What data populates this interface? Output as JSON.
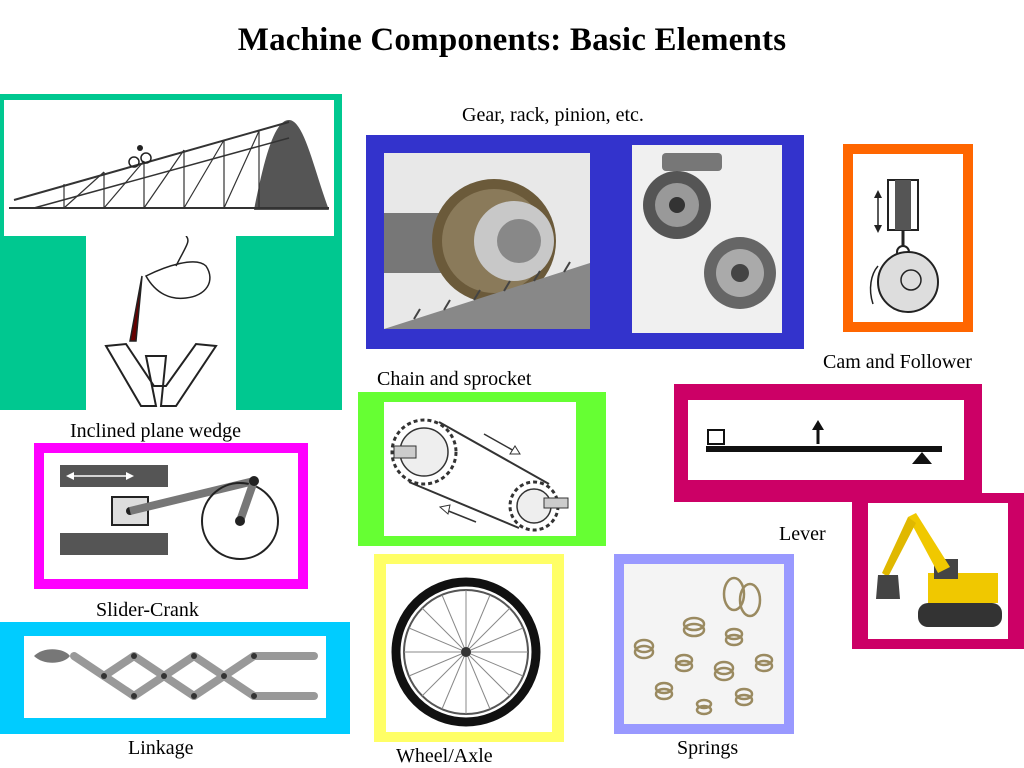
{
  "slide": {
    "title": "Machine Components: Basic Elements"
  },
  "captions": {
    "gear": "Gear, rack, pinion, etc.",
    "cam": "Cam and Follower",
    "chain": "Chain and sprocket",
    "inclined": "Inclined plane wedge",
    "lever": "Lever",
    "slider": "Slider-Crank",
    "linkage": "Linkage",
    "wheel": "Wheel/Axle",
    "springs": "Springs"
  },
  "colors": {
    "inclined_frame": "#00c890",
    "gear_frame": "#3333cc",
    "cam_frame": "#ff6600",
    "chain_frame": "#66ff33",
    "lever_frame": "#cc0066",
    "slider_frame": "#ff00ff",
    "linkage_frame": "#00ccff",
    "wheel_frame": "#ffff66",
    "springs_frame": "#9999ff",
    "excavator_frame": "#cc0066"
  }
}
